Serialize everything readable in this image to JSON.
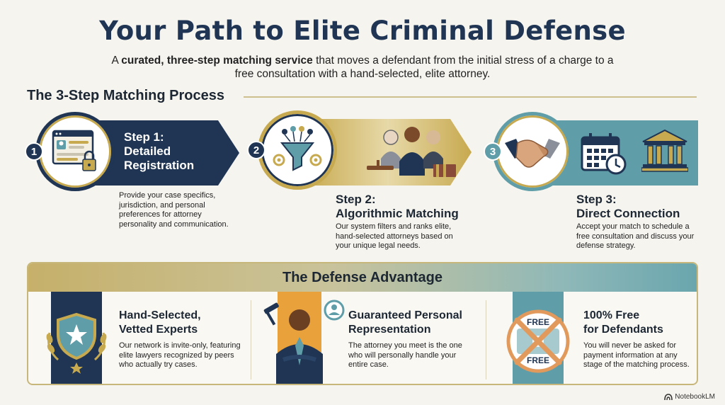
{
  "header": {
    "title": "Your Path to Elite Criminal Defense",
    "subtitle_pre": "A ",
    "subtitle_bold": "curated, three-step matching service",
    "subtitle_post": " that moves a defendant from the initial stress of a charge to a free consultation with a hand-selected, elite attorney."
  },
  "process": {
    "heading": "The 3-Step Matching Process",
    "steps": [
      {
        "number": "1",
        "title_line1": "Step 1:",
        "title_line2": "Detailed",
        "title_line3": "Registration",
        "description": "Provide your case specifics, jurisdiction, and personal preferences for attorney personality and communication.",
        "icon": "registration-form-lock-icon",
        "color": "#1f3553"
      },
      {
        "number": "2",
        "title_line1": "Step 2:",
        "title_line2": "Algorithmic Matching",
        "description": "Our system filters and ranks elite, hand-selected attorneys based on your unique legal needs.",
        "icon": "filter-funnel-icon",
        "color": "#c7a94f"
      },
      {
        "number": "3",
        "title_line1": "Step 3:",
        "title_line2": "Direct Connection",
        "description": "Accept your match to schedule a free consultation and discuss your defense strategy.",
        "icon": "handshake-icon",
        "color": "#5f9ea8"
      }
    ]
  },
  "advantage": {
    "heading": "The Defense Advantage",
    "items": [
      {
        "title_line1": "Hand-Selected,",
        "title_line2": "Vetted Experts",
        "description": "Our network is invite-only, featuring elite lawyers recognized by peers who actually try cases.",
        "icon": "shield-star-icon"
      },
      {
        "title_line1": "Guaranteed Personal",
        "title_line2": "Representation",
        "description": "The attorney you meet is the one who will personally handle your entire case.",
        "icon": "attorney-person-icon"
      },
      {
        "title_line1": "100% Free",
        "title_line2": "for Defendants",
        "description": "You will never be asked for payment information at any stage of the matching process.",
        "icon": "free-no-payment-icon",
        "badge_top": "FREE",
        "badge_bottom": "FREE"
      }
    ]
  },
  "brand": {
    "label": "NotebookLM"
  },
  "colors": {
    "navy": "#1f3553",
    "gold": "#c7a94f",
    "teal": "#5f9ea8",
    "orange": "#e9a23b",
    "background": "#f6f4ef"
  }
}
